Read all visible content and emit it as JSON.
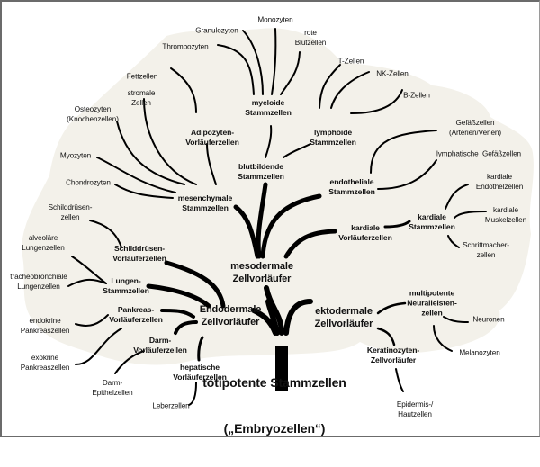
{
  "colors": {
    "canopy": "#f3f1ea",
    "branch": "#000000",
    "text": "#111111",
    "background": "#ffffff"
  },
  "root": {
    "line1": "totipotente Stammzellen",
    "line2": "(„Embryozellen“)"
  },
  "germ_layers": {
    "mesoderm": "mesodermale\nZellvorläufer",
    "endoderm": "Endodermale\nZellvorläufer",
    "ectoderm": "ektodermale\nZellvorläufer"
  },
  "hubs": {
    "blutbildende": "blutbildende\nStammzellen",
    "myeloide": "myeloide\nStammzellen",
    "lymphoide": "lymphoide\nStammzellen",
    "mesenchymale": "mesenchymale\nStammzellen",
    "adipozyten": "Adipozyten-\nVorläuferzellen",
    "endotheliale": "endotheliale\nStammzellen",
    "kardiale_vorl": "kardiale\nVorläuferzellen",
    "kardiale_stamm": "kardiale\nStammzellen",
    "schilddruesen_vorl": "Schilddrüsen-\nVorläuferzellen",
    "lungen": "Lungen-\nStammzellen",
    "pankreas": "Pankreas-\nVorläuferzellen",
    "darm": "Darm-\nVorläuferzellen",
    "hepatische": "hepatische\nVorläuferzellen",
    "neuralleisten": "multipotente\nNeuralleisten-\nzellen",
    "keratinozyten": "Keratinozyten-\nZellvorläufer"
  },
  "leaves": {
    "monozyten": "Monozyten",
    "granulozyten": "Granulozyten",
    "thrombozyten": "Thrombozyten",
    "rote_blutzellen": "rote\nBlutzellen",
    "t_zellen": "T-Zellen",
    "nk_zellen": "NK-Zellen",
    "b_zellen": "B-Zellen",
    "fettzellen": "Fettzellen",
    "stromale": "stromale\nZellen",
    "osteozyten": "Osteozyten\n(Knochenzellen)",
    "myozyten": "Myozyten",
    "chondrozyten": "Chondrozyten",
    "gefaesszellen": "Gefäßzellen\n(Arterien/Venen)",
    "lymph_gefaess": "lymphatische  Gefäßzellen",
    "kard_endothel": "kardiale\nEndothelzellen",
    "kard_muskel": "kardiale\nMuskelzellen",
    "schrittmacher": "Schrittmacher-\nzellen",
    "schilddruesenzellen": "Schilddrüsen-\nzellen",
    "alveolaere": "alveoläre\nLungenzellen",
    "tracheo": "tracheobronchiale\nLungenzellen",
    "endokrine": "endokrine\nPankreaszellen",
    "exokrine": "exokrine\nPankreaszellen",
    "darm_epithel": "Darm-\nEpithelzellen",
    "leberzellen": "Leberzellen",
    "neuronen": "Neuronen",
    "melanozyten": "Melanozyten",
    "epidermis": "Epidermis-/\nHautzellen"
  }
}
